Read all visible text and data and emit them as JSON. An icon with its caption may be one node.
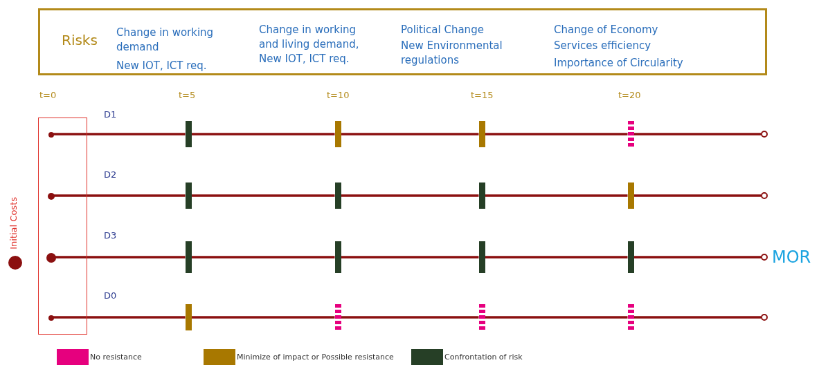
{
  "diagram": {
    "nodes": [
      {
        "text": [
          "Risks",
          "Change in working demand",
          "New IOT, ICT req.",
          "Change in working and living demand, New IOT, ICT req.",
          "Political Change",
          "New Environmental regulations",
          "Change of Economy",
          "Services efficiency",
          "Importance of Circularity"
        ]
      },
      {
        "text": [],
        "shape": "box",
        "beside": [
          "Initial Costs"
        ]
      },
      {
        "text": [],
        "shape": "circle",
        "in": 1
      },
      {
        "text": [],
        "shape": "bar"
      },
      {
        "text": [],
        "shape": "bar"
      },
      {
        "text": [],
        "shape": "bar"
      },
      {
        "text": [],
        "shape": "bar"
      },
      {
        "text": [],
        "shape": "circle"
      },
      {
        "text": [],
        "shape": "circle",
        "in": 1
      },
      {
        "text": [],
        "shape": "bar"
      },
      {
        "text": [],
        "shape": "bar"
      },
      {
        "text": [],
        "shape": "bar"
      },
      {
        "text": [],
        "shape": "bar"
      },
      {
        "text": [],
        "shape": "circle"
      },
      {
        "text": [],
        "shape": "circle",
        "in": 1
      },
      {
        "text": [],
        "shape": "bar"
      },
      {
        "text": [],
        "shape": "bar"
      },
      {
        "text": [],
        "shape": "bar"
      },
      {
        "text": [],
        "shape": "bar"
      },
      {
        "text": [],
        "shape": "circle",
        "beside": [
          "MOR"
        ]
      },
      {
        "text": [],
        "shape": "circle",
        "in": 1
      },
      {
        "text": [],
        "shape": "bar"
      },
      {
        "text": [],
        "shape": "bar"
      },
      {
        "text": [],
        "shape": "bar"
      },
      {
        "text": [],
        "shape": "bar"
      },
      {
        "text": [],
        "shape": "circle"
      }
    ],
    "edges": [
      {
        "from": 2,
        "to": 3,
        "arrow": "none"
      },
      {
        "from": 3,
        "to": 4,
        "arrow": "none"
      },
      {
        "from": 4,
        "to": 5,
        "arrow": "none"
      },
      {
        "from": 5,
        "to": 6,
        "arrow": "none"
      },
      {
        "from": 6,
        "to": 7,
        "arrow": "none"
      },
      {
        "from": 8,
        "to": 9,
        "arrow": "none"
      },
      {
        "from": 9,
        "to": 10,
        "arrow": "none"
      },
      {
        "from": 10,
        "to": 11,
        "arrow": "none"
      },
      {
        "from": 11,
        "to": 12,
        "arrow": "none"
      },
      {
        "from": 12,
        "to": 13,
        "arrow": "none"
      },
      {
        "from": 14,
        "to": 15,
        "arrow": "none"
      },
      {
        "from": 15,
        "to": 16,
        "arrow": "none"
      },
      {
        "from": 16,
        "to": 17,
        "arrow": "none"
      },
      {
        "from": 17,
        "to": 18,
        "arrow": "none"
      },
      {
        "from": 18,
        "to": 19,
        "arrow": "none"
      },
      {
        "from": 20,
        "to": 21,
        "arrow": "none"
      },
      {
        "from": 21,
        "to": 22,
        "arrow": "none"
      },
      {
        "from": 22,
        "to": 23,
        "arrow": "none"
      },
      {
        "from": 23,
        "to": 24,
        "arrow": "none"
      },
      {
        "from": 24,
        "to": 25,
        "arrow": "none"
      }
    ],
    "labels": [
      "t=0",
      "t=5",
      "t=10",
      "t=15",
      "t=20",
      "D1",
      "D2",
      "D3",
      "D0"
    ],
    "legend": [
      {
        "text": "No resistance",
        "color": "#e6007e"
      },
      {
        "text": "Minimize of impact or Possible resistance",
        "color": "#a87800"
      },
      {
        "text": "Confrontation of risk",
        "color": "#263f26"
      }
    ]
  }
}
